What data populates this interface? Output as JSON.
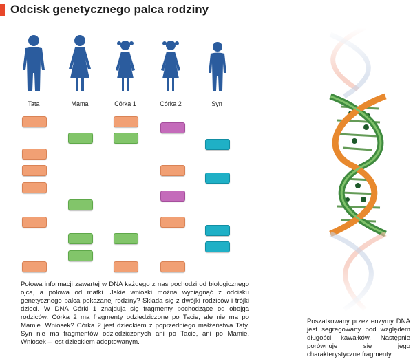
{
  "title": "Odcisk genetycznego palca rodziny",
  "colors": {
    "accent": "#e8472a",
    "figure": "#2b5c9e",
    "orange": "#f1a074",
    "green": "#82c56a",
    "purple": "#c46bba",
    "teal": "#1fb0c6"
  },
  "family": [
    {
      "label": "Tata",
      "figure": "man-icon"
    },
    {
      "label": "Mama",
      "figure": "woman-icon"
    },
    {
      "label": "Córka 1",
      "figure": "girl-icon"
    },
    {
      "label": "Córka 2",
      "figure": "girl-icon"
    },
    {
      "label": "Syn",
      "figure": "boy-icon"
    }
  ],
  "main_text": "Połowa informacji zawartej w DNA każdego z nas pochodzi od biologicznego ojca, a połowa od matki. Jakie wnioski można wyciągnąć z odcisku genetycznego palca pokazanej rodziny? Składa się z dwójki rodziców i trójki dzieci. W DNA Córki 1 znajdują się fragmenty pochodzące od obojga rodziców. Córka 2 ma fragmenty odziedziczone po Tacie, ale nie ma po Mamie. Wniosek? Córka 2 jest dzieckiem z poprzedniego małżeństwa Taty. Syn nie ma fragmentów odziedziczonych ani po Tacie, ani po Mamie. Wniosek – jest dzieckiem adoptowanym.",
  "side_text": "Poszatkowany przez enzymy DNA jest segregowany pod względem długości kawałków. Następnie porównuje się jego charakterystyczne fragmenty."
}
